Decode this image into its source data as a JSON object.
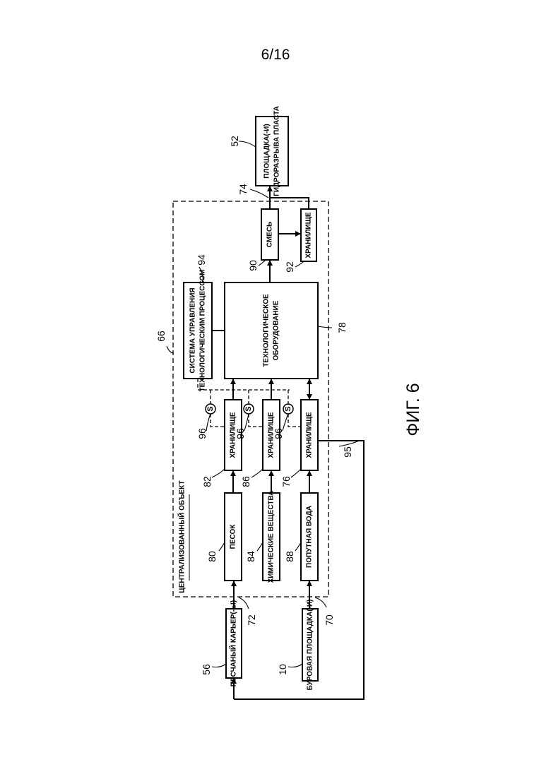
{
  "page": {
    "number": "6/16",
    "figure_label": "ФИГ. 6"
  },
  "boxes": {
    "sand_quarry": "ПЕСЧАНЫЙ КАРЬЕР(-Ы)",
    "drilling_site": "БУРОВАЯ ПЛОЩАДКА(-И)",
    "centralized_facility": "ЦЕНТРАЛИЗОВАННЫЙ ОБЪЕКТ",
    "sand": "ПЕСОК",
    "chemicals": "ХИМИЧЕСКИЕ ВЕЩЕСТВА",
    "produced_water": "ПОПУТНАЯ ВОДА",
    "storage_sand": "ХРАНИЛИЩЕ",
    "storage_chem": "ХРАНИЛИЩЕ",
    "storage_water": "ХРАНИЛИЩЕ",
    "process_control_line1": "СИСТЕМА УПРАВЛЕНИЯ",
    "process_control_line2": "ТЕХНОЛОГИЧЕСКИМ ПРОЦЕССОМ",
    "process_equipment_line1": "ТЕХНОЛОГИЧЕСКОЕ",
    "process_equipment_line2": "ОБОРУДОВАНИЕ",
    "mixture": "СМЕСЬ",
    "storage_mix": "ХРАНИЛИЩЕ",
    "frac_site_line1": "ПЛОЩАДКА(-И)",
    "frac_site_line2": "ГИДРОРАЗРЫВА ПЛАСТА"
  },
  "sensor_symbol": "S",
  "refs": {
    "r10": "10",
    "r52": "52",
    "r56": "56",
    "r66": "66",
    "r70": "70",
    "r72": "72",
    "r74": "74",
    "r76": "76",
    "r78": "78",
    "r80": "80",
    "r82": "82",
    "r84": "84",
    "r86": "86",
    "r88": "88",
    "r90": "90",
    "r92": "92",
    "r94": "94",
    "r95": "95",
    "r96a": "96",
    "r96b": "96",
    "r96c": "96"
  }
}
